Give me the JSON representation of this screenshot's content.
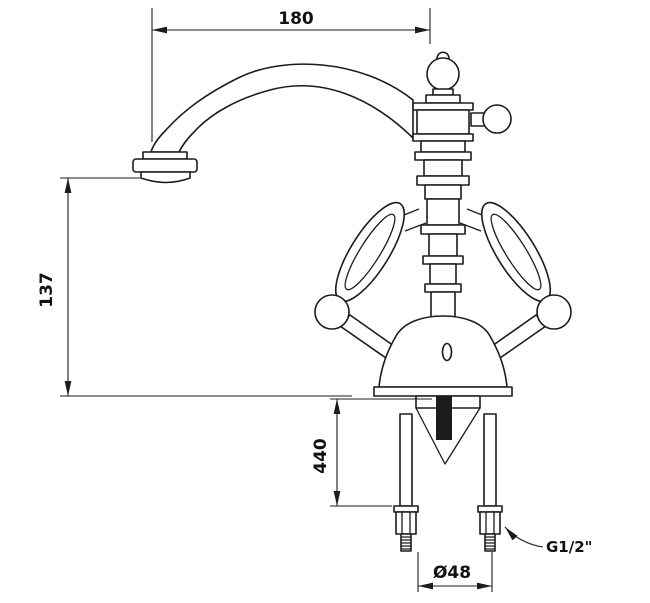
{
  "drawing": {
    "labels": {
      "spout_reach": "180",
      "spout_height": "137",
      "mount_depth": "440",
      "base_diameter": "Ø48",
      "thread_size": "G1/2\""
    },
    "colors": {
      "line": "#1c1c1c",
      "background": "#ffffff"
    }
  }
}
